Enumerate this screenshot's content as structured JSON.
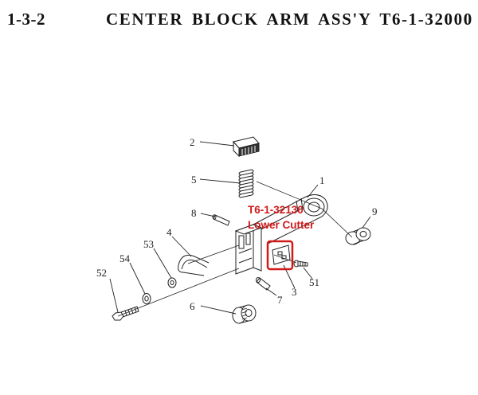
{
  "header": {
    "section_number": "1-3-2",
    "title": "CENTER BLOCK ARM ASS'Y T6-1-32000"
  },
  "callout": {
    "part_number": "T6-1-32130",
    "part_name": "Lower Cutter",
    "highlight_color": "#d11a1a"
  },
  "parts": {
    "p1": "1",
    "p2": "2",
    "p3": "3",
    "p4": "4",
    "p5": "5",
    "p6": "6",
    "p7": "7",
    "p8": "8",
    "p9": "9",
    "p51": "51",
    "p52": "52",
    "p53": "53",
    "p54": "54"
  }
}
